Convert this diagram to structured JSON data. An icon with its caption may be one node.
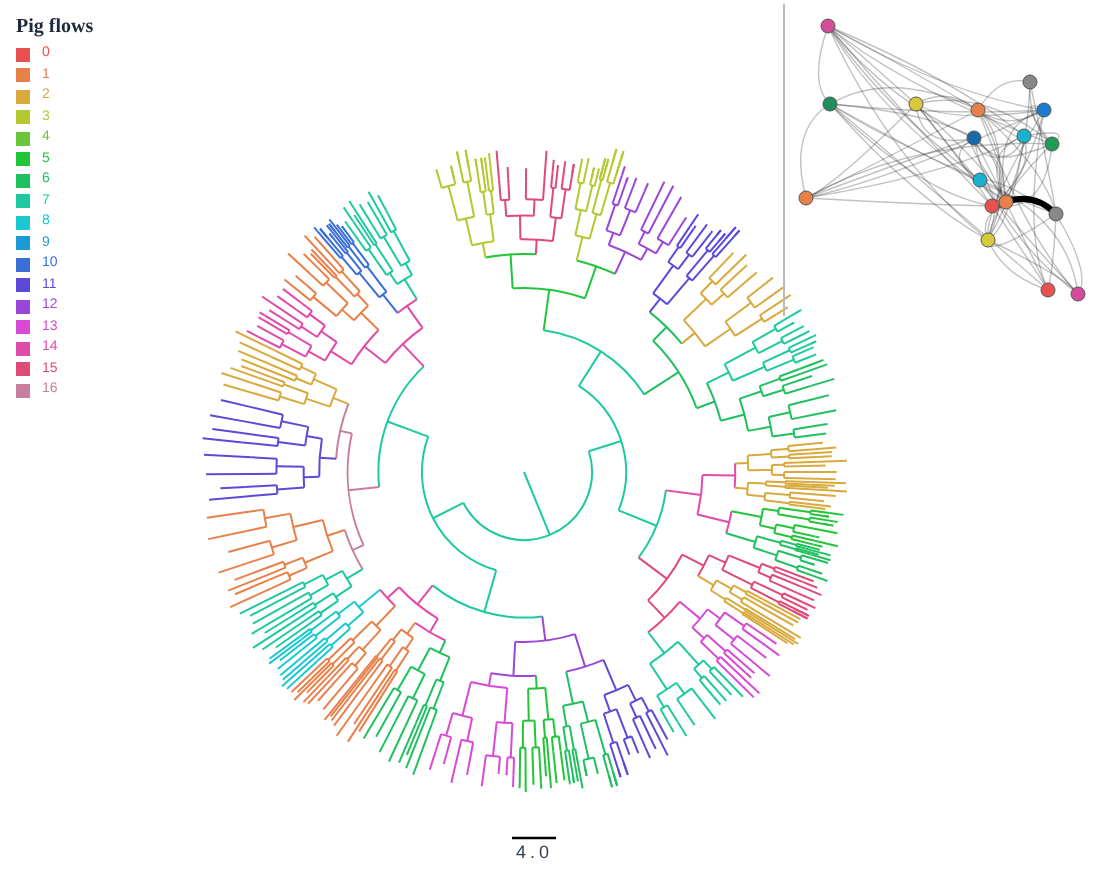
{
  "diagram": {
    "labels": [
      "Pig flows",
      "4.0"
    ],
    "legend": [
      {
        "text": "0",
        "color": "#e8514f"
      },
      {
        "text": "1",
        "color": "#e8804a"
      },
      {
        "text": "2",
        "color": "#d8a93c"
      },
      {
        "text": "3",
        "color": "#b5c832"
      },
      {
        "text": "4",
        "color": "#6cc63c"
      },
      {
        "text": "5",
        "color": "#22c43a"
      },
      {
        "text": "6",
        "color": "#20c060"
      },
      {
        "text": "7",
        "color": "#1fc9a0"
      },
      {
        "text": "8",
        "color": "#1ac8d0"
      },
      {
        "text": "9",
        "color": "#1a9ad6"
      },
      {
        "text": "10",
        "color": "#3a6fd8"
      },
      {
        "text": "11",
        "color": "#5b4ad8"
      },
      {
        "text": "12",
        "color": "#9b46d6"
      },
      {
        "text": "13",
        "color": "#d64ad6"
      },
      {
        "text": "14",
        "color": "#e04aa8"
      },
      {
        "text": "15",
        "color": "#e04a78"
      },
      {
        "text": "16",
        "color": "#c87ea0"
      }
    ]
  }
}
